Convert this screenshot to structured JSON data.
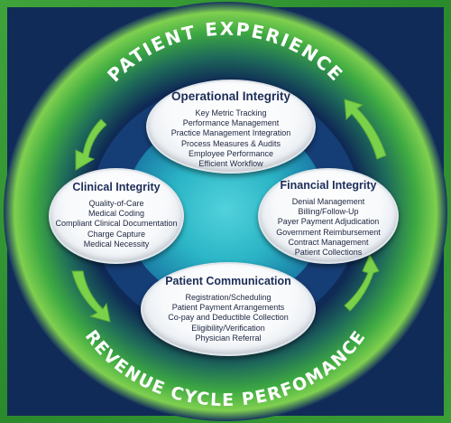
{
  "banner": {
    "top": "PATIENT EXPERIENCE",
    "bottom": "REVENUE CYCLE PERFOMANCE"
  },
  "colors": {
    "outer_green": "#2f8f2f",
    "navy": "#0f2a55",
    "teal_center": "#27b8c8",
    "arrow_green": "#7ad14a",
    "title_navy": "#1c2d57"
  },
  "ovals": {
    "operational": {
      "title": "Operational Integrity",
      "items": [
        "Key Metric Tracking",
        "Performance Management",
        "Practice Management Integration",
        "Process Measures & Audits",
        "Employee Performance",
        "Efficient Workflow"
      ]
    },
    "clinical": {
      "title": "Clinical Integrity",
      "items": [
        "Quality-of-Care",
        "Medical Coding",
        "Compliant Clinical Documentation",
        "Charge Capture",
        "Medical Necessity"
      ]
    },
    "financial": {
      "title": "Financial Integrity",
      "items": [
        "Denial Management",
        "Billing/Follow-Up",
        "Payer Payment Adjudication",
        "Government Reimbursement",
        "Contract Management",
        "Patient Collections"
      ]
    },
    "communication": {
      "title": "Patient Communication",
      "items": [
        "Registration/Scheduling",
        "Patient Payment Arrangements",
        "Co-pay and Deductible Collection",
        "Eligibility/Verification",
        "Physician Referral"
      ]
    }
  }
}
